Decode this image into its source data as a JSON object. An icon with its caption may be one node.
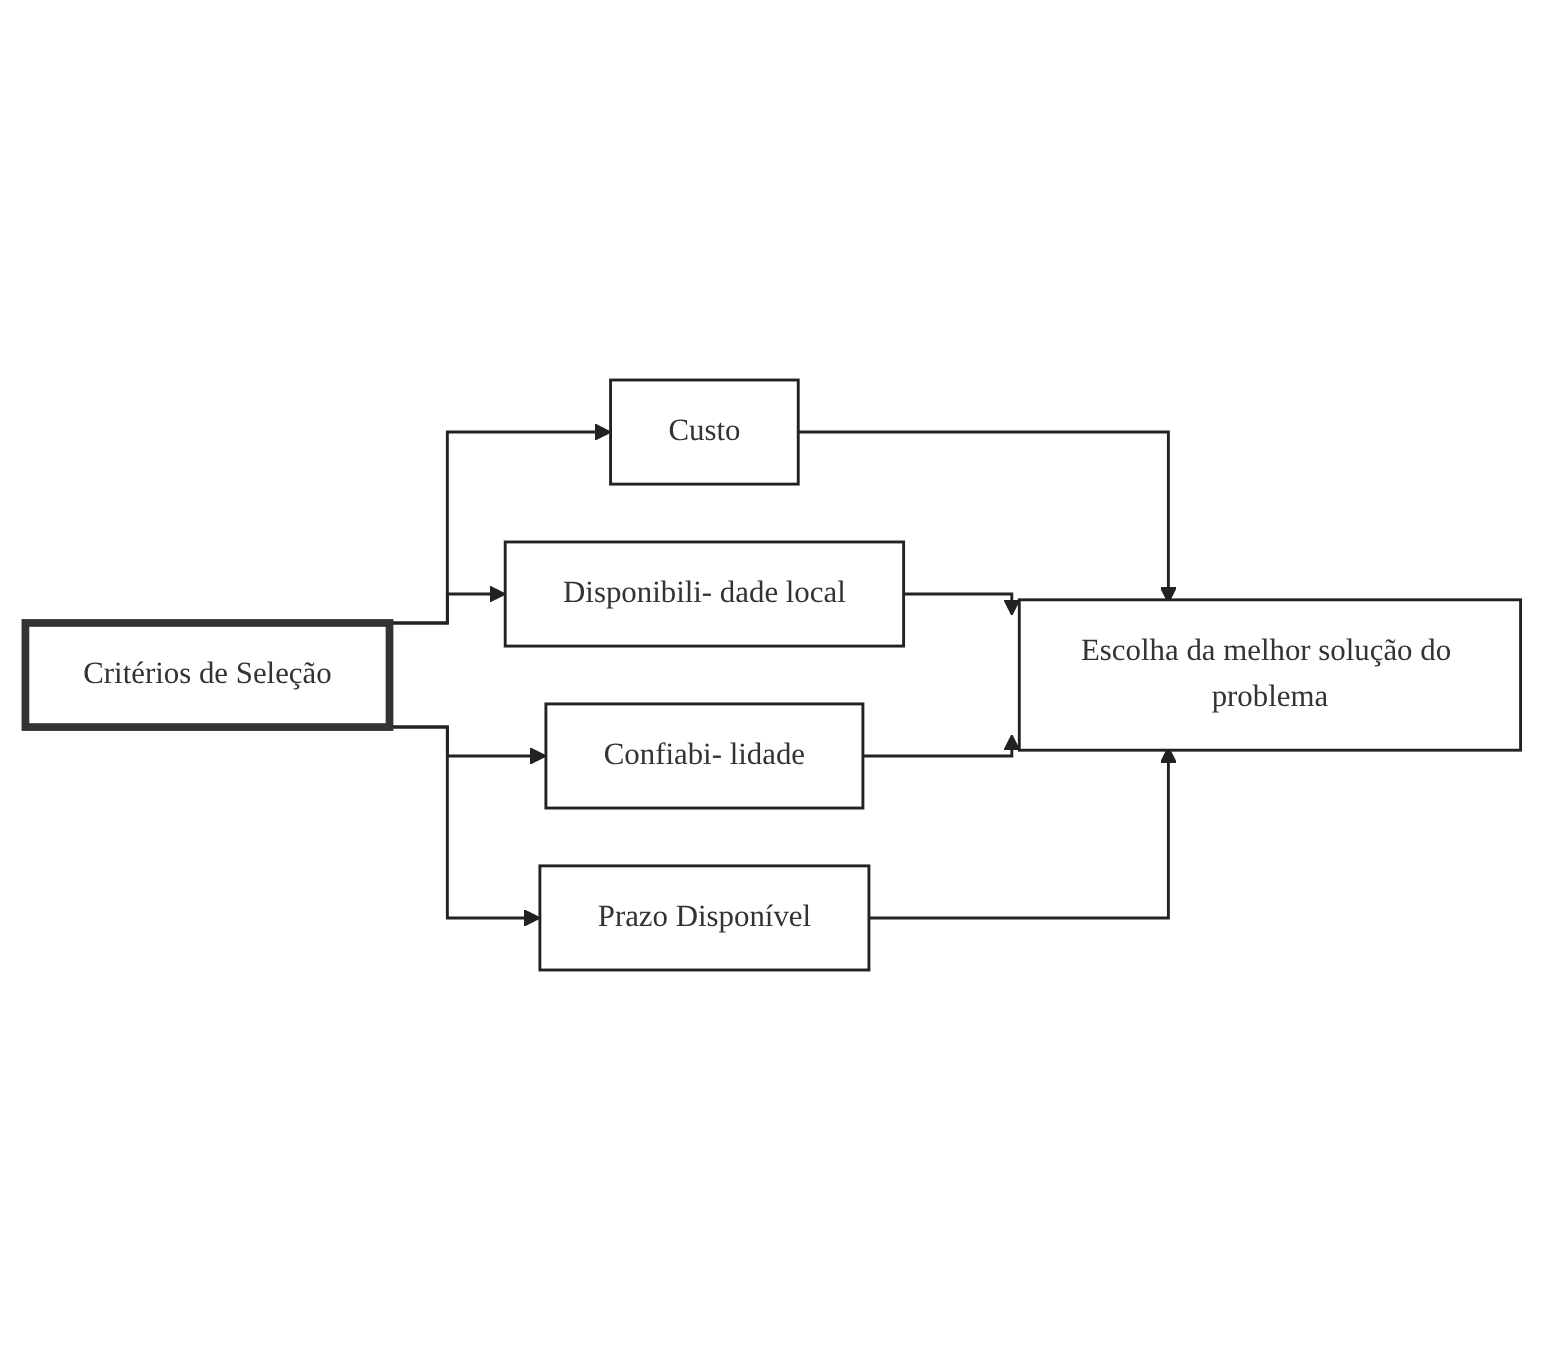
{
  "diagram": {
    "nodes": [
      {
        "text": [
          "Critérios de Seleção"
        ]
      },
      {
        "text": [
          "Custo"
        ]
      },
      {
        "text": [
          "Disponibili- dade local"
        ]
      },
      {
        "text": [
          "Confiabi- lidade"
        ]
      },
      {
        "text": [
          "Prazo Disponível"
        ]
      },
      {
        "text": [
          "Escolha da melhor solução do problema"
        ]
      }
    ],
    "edges": [
      {
        "from": 0,
        "to": 1,
        "arrow": "to"
      },
      {
        "from": 0,
        "to": 2,
        "arrow": "to"
      },
      {
        "from": 0,
        "to": 3,
        "arrow": "to"
      },
      {
        "from": 0,
        "to": 4,
        "arrow": "to"
      },
      {
        "from": 1,
        "to": 5,
        "arrow": "to"
      },
      {
        "from": 2,
        "to": 5,
        "arrow": "to"
      },
      {
        "from": 3,
        "to": 5,
        "arrow": "to"
      },
      {
        "from": 4,
        "to": 5,
        "arrow": "to"
      }
    ]
  }
}
